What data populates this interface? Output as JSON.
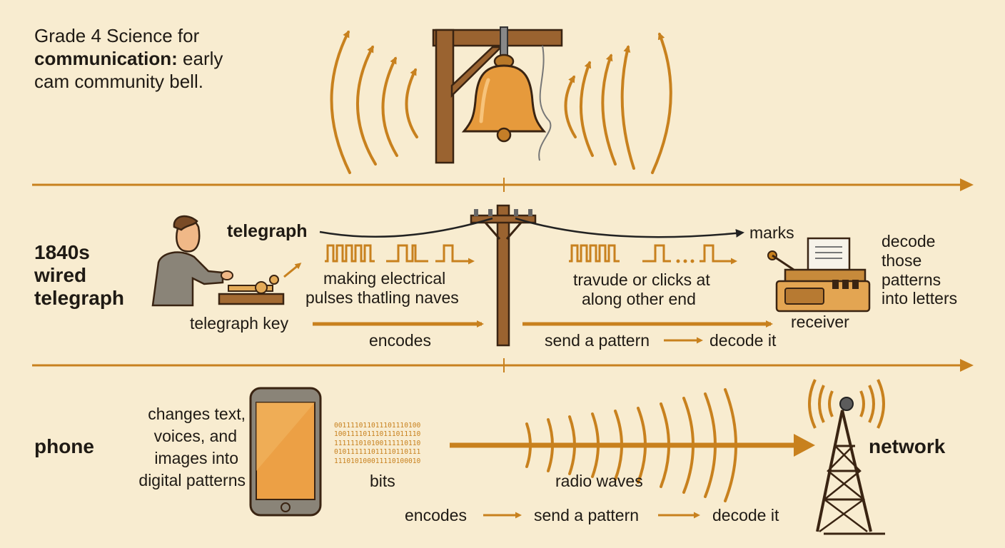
{
  "title": {
    "line1": "Grade 4 Science for",
    "line2_bold": "communication:",
    "line2_rest": "early",
    "line3": "cam community bell."
  },
  "telegraph_section": {
    "era_line1": "1840s",
    "era_line2": "wired",
    "era_line3": "telegraph",
    "telegraph_label": "telegraph",
    "marks_label": "marks",
    "pulses_line1": "making electrical",
    "pulses_line2": "pulses thatling naves",
    "clicks_line1": "travude or clicks at",
    "clicks_line2": "along other end",
    "decode_line1": "decode",
    "decode_line2": "those",
    "decode_line3": "patterns",
    "decode_line4": "into letters",
    "key_label": "telegraph key",
    "receiver_label": "receiver",
    "encodes_label": "encodes",
    "send_label": "send a pattern",
    "decode_label": "decode it"
  },
  "phone_section": {
    "era_label": "phone",
    "changes_line1": "changes text,",
    "changes_line2": "voices, and",
    "changes_line3": "images into",
    "changes_line4": "digital patterns",
    "bits_rows": [
      "001111011011101110100",
      "100111101110111011110",
      "111111010100111110110",
      "010111111011110110111",
      "111010100011110100010"
    ],
    "bits_label": "bits",
    "radio_label": "radio waves",
    "network_label": "network",
    "flow": {
      "encodes": "encodes",
      "send": "send a pattern",
      "decode": "decode it"
    }
  },
  "colors": {
    "background": "#f8ecd0",
    "accent": "#c8811e",
    "bell": "#e69a3c",
    "wood": "#8b5a2b",
    "text": "#1f1a14"
  },
  "icons": [
    "bell-icon",
    "telegraph-pole-icon",
    "person-icon",
    "telegraph-key-icon",
    "receiver-machine-icon",
    "smartphone-icon",
    "cell-tower-icon"
  ]
}
